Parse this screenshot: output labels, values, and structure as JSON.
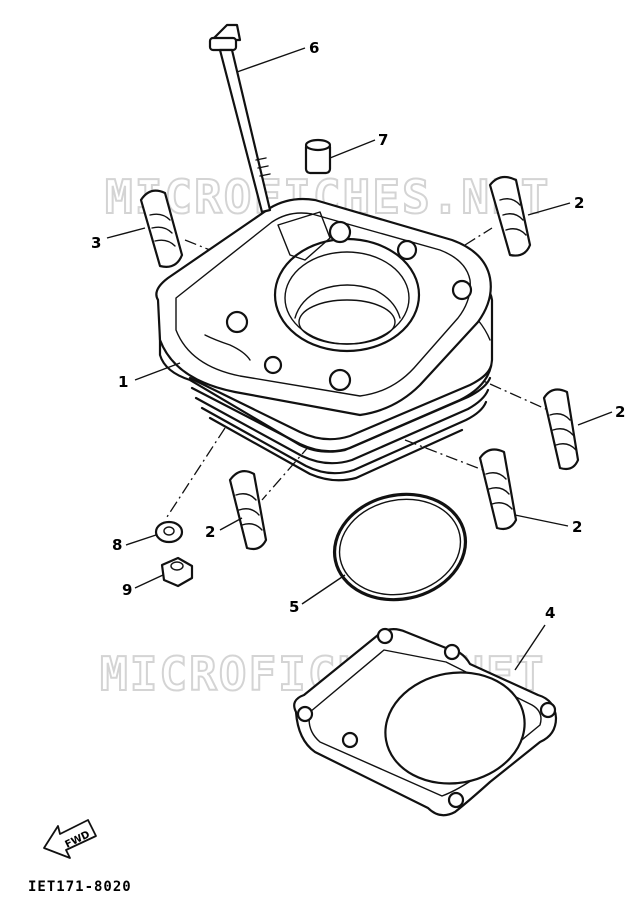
{
  "watermark": [
    "MICROFICHES.NET",
    "MICROFICHES.NET"
  ],
  "callouts": {
    "c1": "1",
    "c2a": "2",
    "c2b": "2",
    "c2c": "2",
    "c2d": "2",
    "c3": "3",
    "c4": "4",
    "c5": "5",
    "c6": "6",
    "c7": "7",
    "c8": "8",
    "c9": "9"
  },
  "fwd_label": "FWD",
  "diagram_code": "IET171-8020"
}
